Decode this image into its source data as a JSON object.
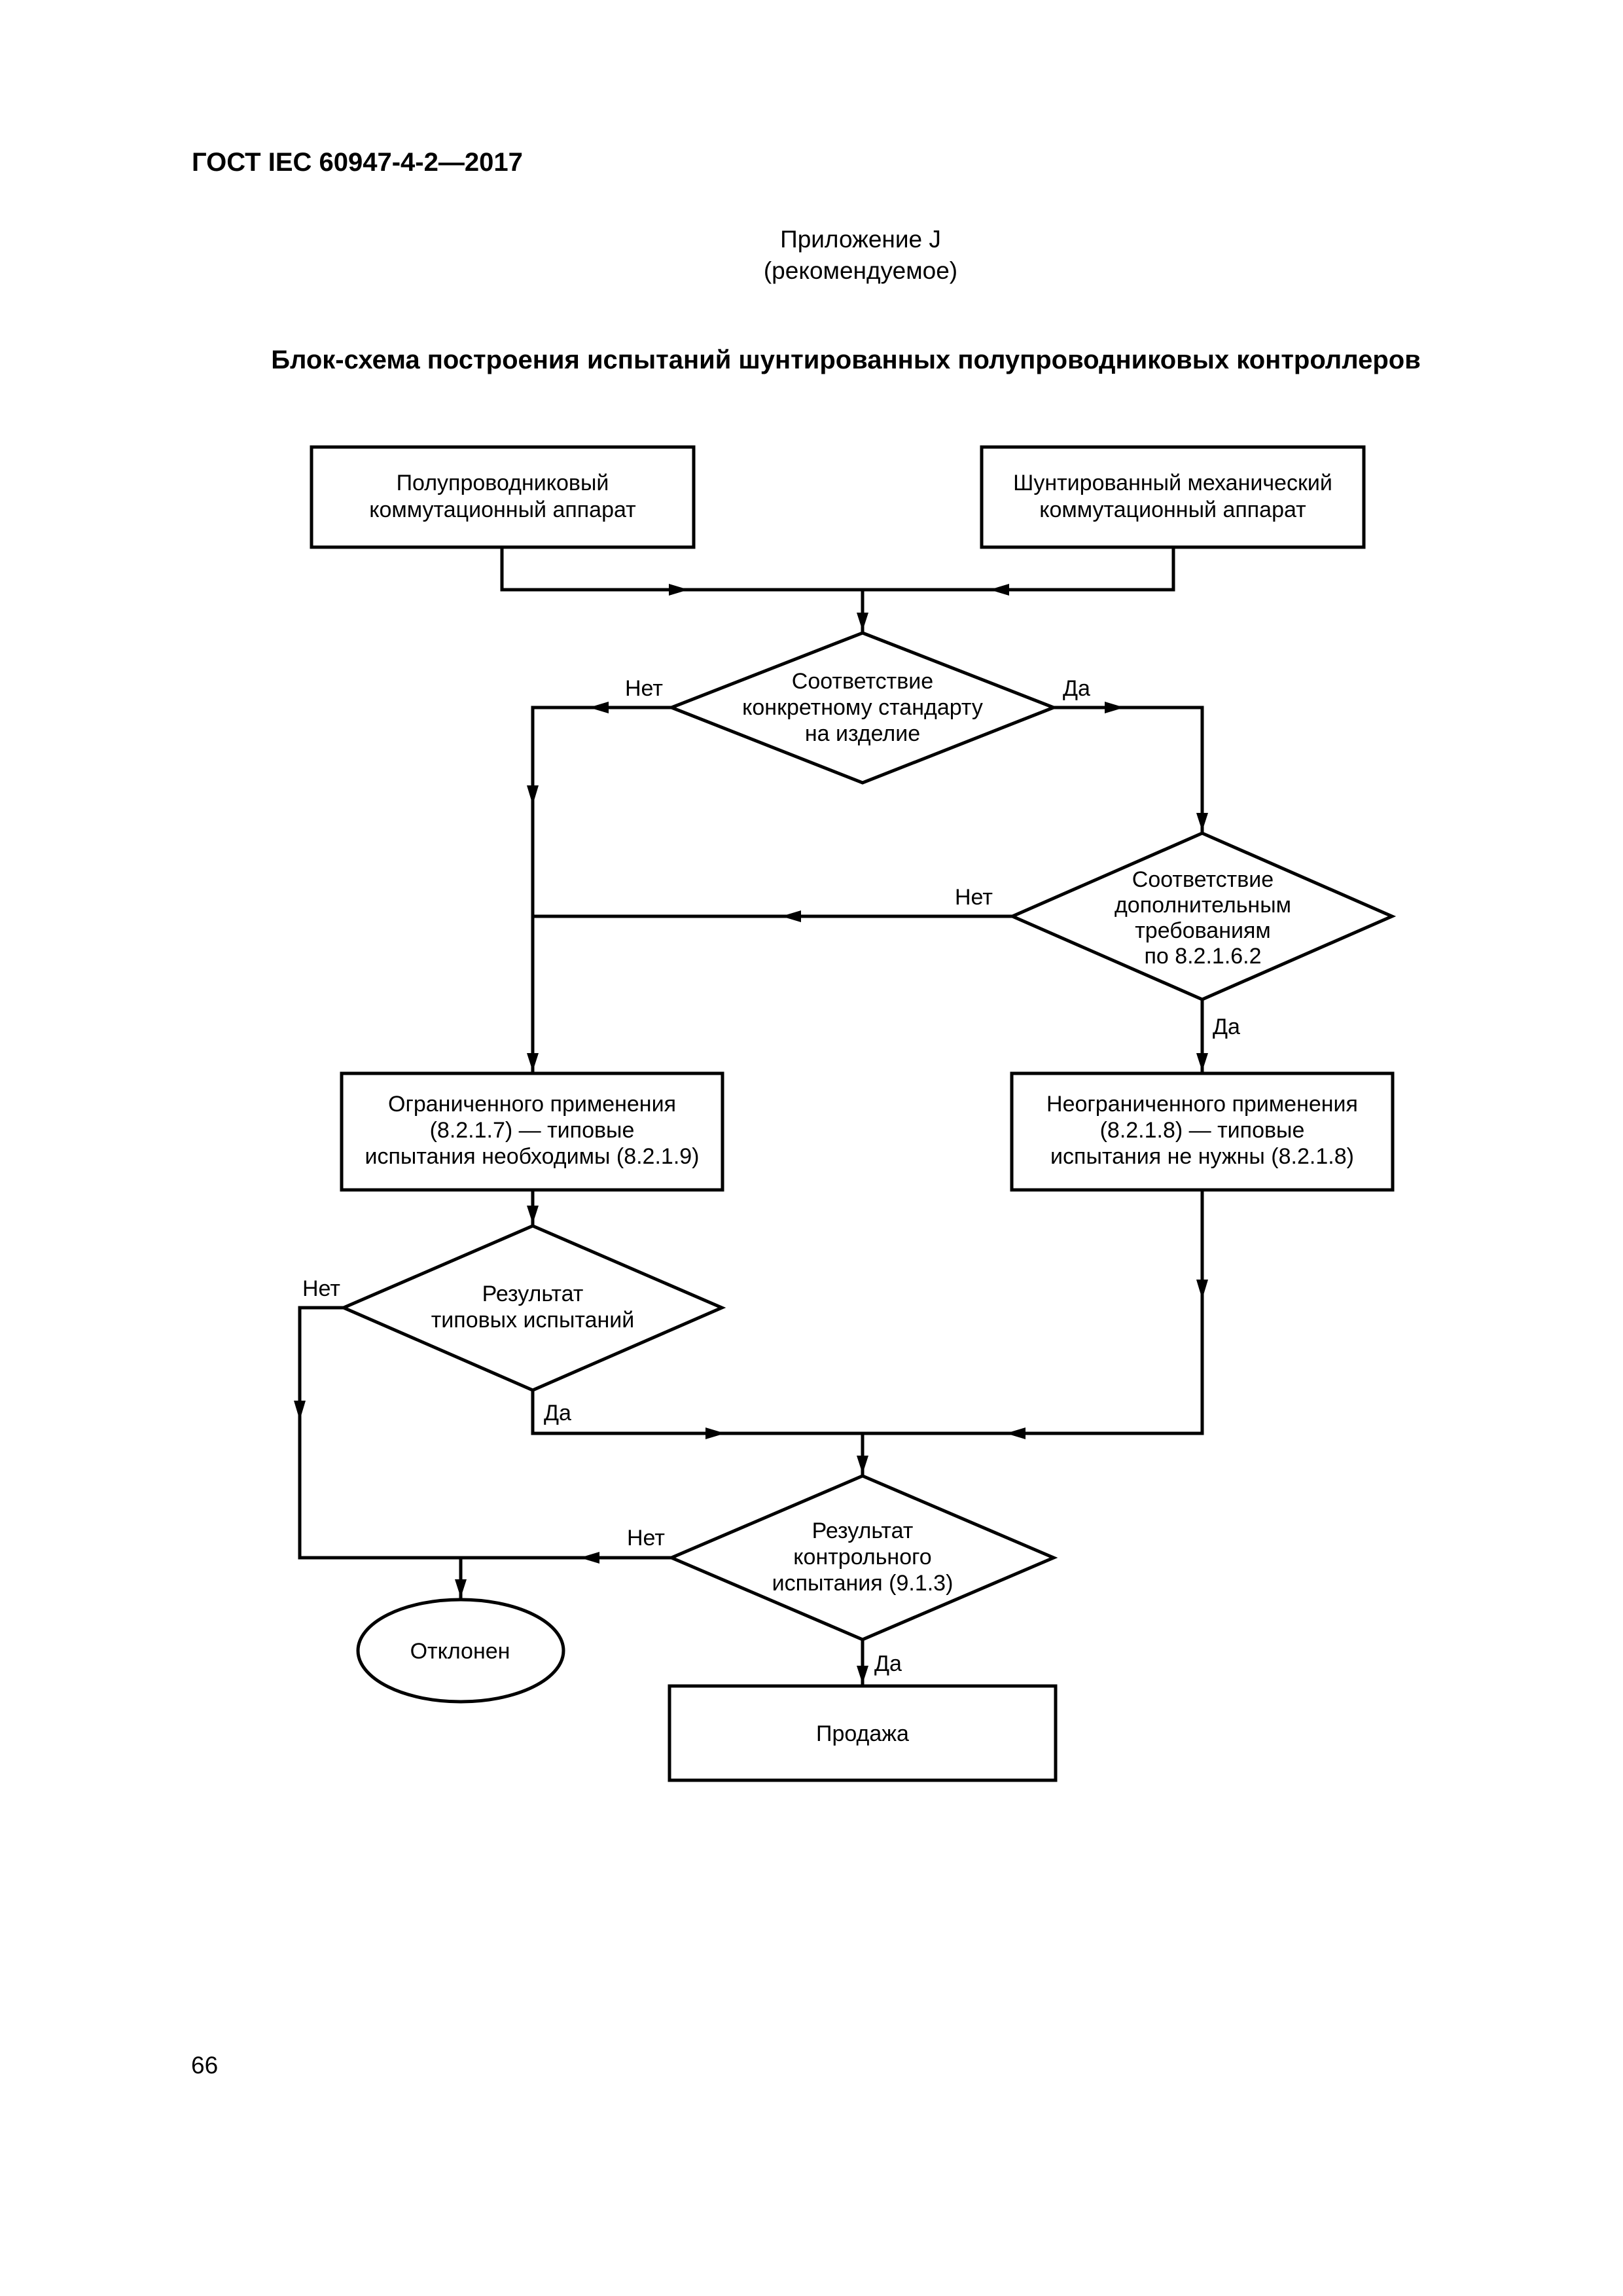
{
  "header": {
    "standard": "ГОСТ IEC 60947-4-2—2017",
    "appendix": "Приложение J",
    "appendix_type": "(рекомендуемое)",
    "title": "Блок-схема построения испытаний шунтированных полупроводниковых контроллеров"
  },
  "flowchart": {
    "box_semiconductor": [
      "Полупроводниковый",
      "коммутационный аппарат"
    ],
    "box_shunted": [
      "Шунтированный механический",
      "коммутационный аппарат"
    ],
    "diamond_standard": [
      "Соответствие",
      "конкретному стандарту",
      "на изделие"
    ],
    "diamond_additional": [
      "Соответствие",
      "дополнительным",
      "требованиям",
      "по 8.2.1.6.2"
    ],
    "box_limited": [
      "Ограниченного применения",
      "(8.2.1.7) — типовые",
      "испытания необходимы (8.2.1.9)"
    ],
    "box_unlimited": [
      "Неограниченного применения",
      "(8.2.1.8) — типовые",
      "испытания не нужны (8.2.1.8)"
    ],
    "diamond_type_test": [
      "Результат",
      "типовых испытаний"
    ],
    "diamond_routine": [
      "Результат",
      "контрольного",
      "испытания (9.1.3)"
    ],
    "ellipse_rejected": "Отклонен",
    "box_sale": "Продажа",
    "label_no": "Нет",
    "label_yes": "Да"
  },
  "footer": {
    "page_number": "66"
  }
}
